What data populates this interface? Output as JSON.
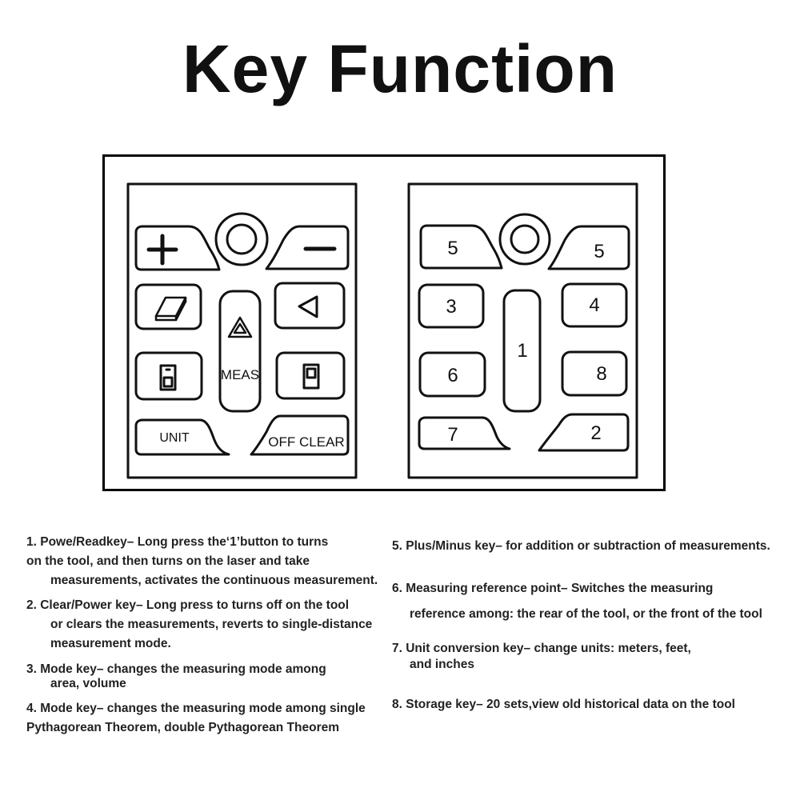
{
  "title": "Key Function",
  "left_pad": {
    "meas_label": "MEAS",
    "unit_label": "UNIT",
    "offclear_label": "OFF CLEAR"
  },
  "right_pad": {
    "k_tl": "5",
    "k_tr": "5",
    "k_3": "3",
    "k_4": "4",
    "k_1": "1",
    "k_6": "6",
    "k_8": "8",
    "k_7": "7",
    "k_2": "2"
  },
  "descriptions": {
    "d1": [
      "1.  Powe/Readkey– Long press the‘1’button to turns",
      "on the tool,   and then turns on the laser and take",
      "measurements, activates the continuous measurement."
    ],
    "d2": [
      "2.  Clear/Power key– Long press to turns off on the tool",
      "or clears the measurements, reverts to single-distance",
      "measurement mode."
    ],
    "d3": [
      "3.  Mode key– changes the measuring mode among",
      "area, volume"
    ],
    "d4": [
      "4.  Mode key– changes the measuring mode among single",
      "Pythagorean Theorem, double Pythagorean Theorem"
    ],
    "d5": [
      "5.  Plus/Minus key– for addition or subtraction of measurements."
    ],
    "d6": [
      "6.  Measuring reference point– Switches the measuring",
      "reference among: the rear of the tool, or the front of the tool"
    ],
    "d7": [
      "7.  Unit conversion key– change units:  meters, feet,",
      "and inches"
    ],
    "d8": [
      "8.  Storage key–  20 sets,view old historical data on the tool"
    ]
  }
}
